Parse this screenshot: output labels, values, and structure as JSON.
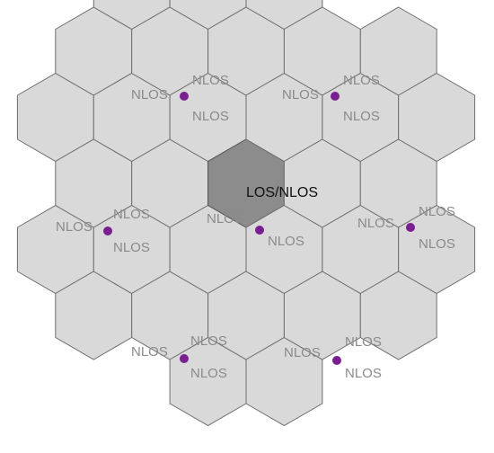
{
  "diagram": {
    "colors": {
      "cell_fill": "#d9d9d9",
      "cell_border": "#6e6e6e",
      "center_cell_fill": "#8c8c8c",
      "site_color": "#7a1f8f",
      "label_color": "#8a8a8a",
      "center_label_color": "#111111"
    },
    "center_label": "LOS/NLOS",
    "sites": [
      {
        "labels": [
          "NLOS",
          "NLOS",
          "NLOS"
        ]
      },
      {
        "labels": [
          "NLOS",
          "NLOS",
          "NLOS"
        ]
      },
      {
        "labels": [
          "NLOS",
          "NLOS",
          "NLOS"
        ]
      },
      {
        "labels": [
          "NLOS",
          "NLOS",
          "NLOS"
        ]
      },
      {
        "labels": [
          "NLOS",
          "NLOS",
          "NLOS"
        ]
      },
      {
        "labels": [
          "NLOS",
          "NLOS",
          "NLOS"
        ]
      },
      {
        "labels": [
          "NLOS",
          "NLOS"
        ]
      }
    ]
  }
}
